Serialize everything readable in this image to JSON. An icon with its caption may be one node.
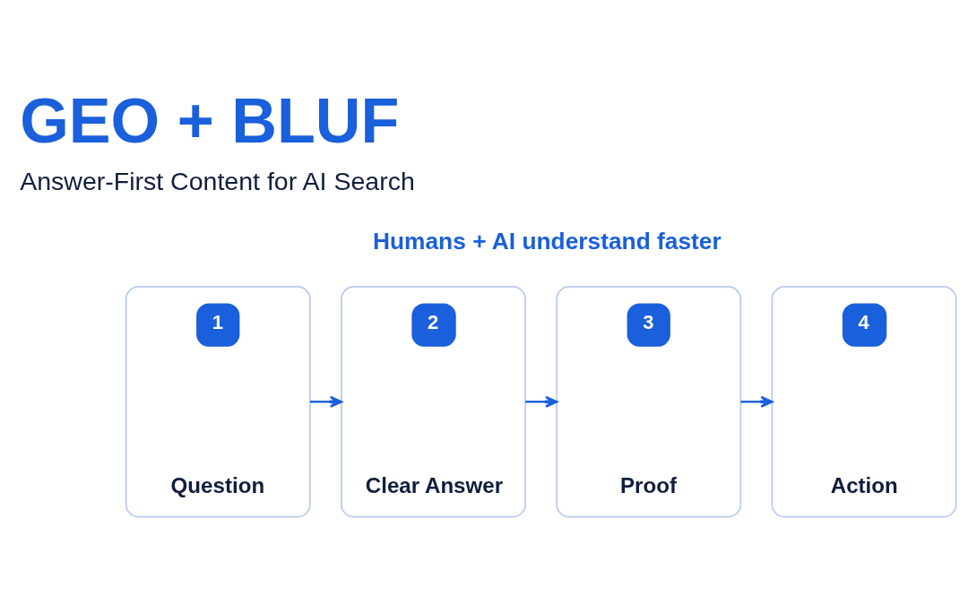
{
  "diagram": {
    "title": "GEO + BLUF",
    "nodes": [
      {
        "text": [
          "1",
          "Question"
        ]
      },
      {
        "text": [
          "2",
          "Clear Answer"
        ]
      },
      {
        "text": [
          "3",
          "Proof"
        ]
      },
      {
        "text": [
          "4",
          "Action"
        ]
      }
    ],
    "edges": [
      {
        "from": 0,
        "to": 1,
        "arrow": "to"
      },
      {
        "from": 1,
        "to": 2,
        "arrow": "to"
      },
      {
        "from": 2,
        "to": 3,
        "arrow": "to"
      }
    ],
    "labels": [
      "Answer-First Content for AI Search",
      "Humans + AI understand faster"
    ]
  }
}
